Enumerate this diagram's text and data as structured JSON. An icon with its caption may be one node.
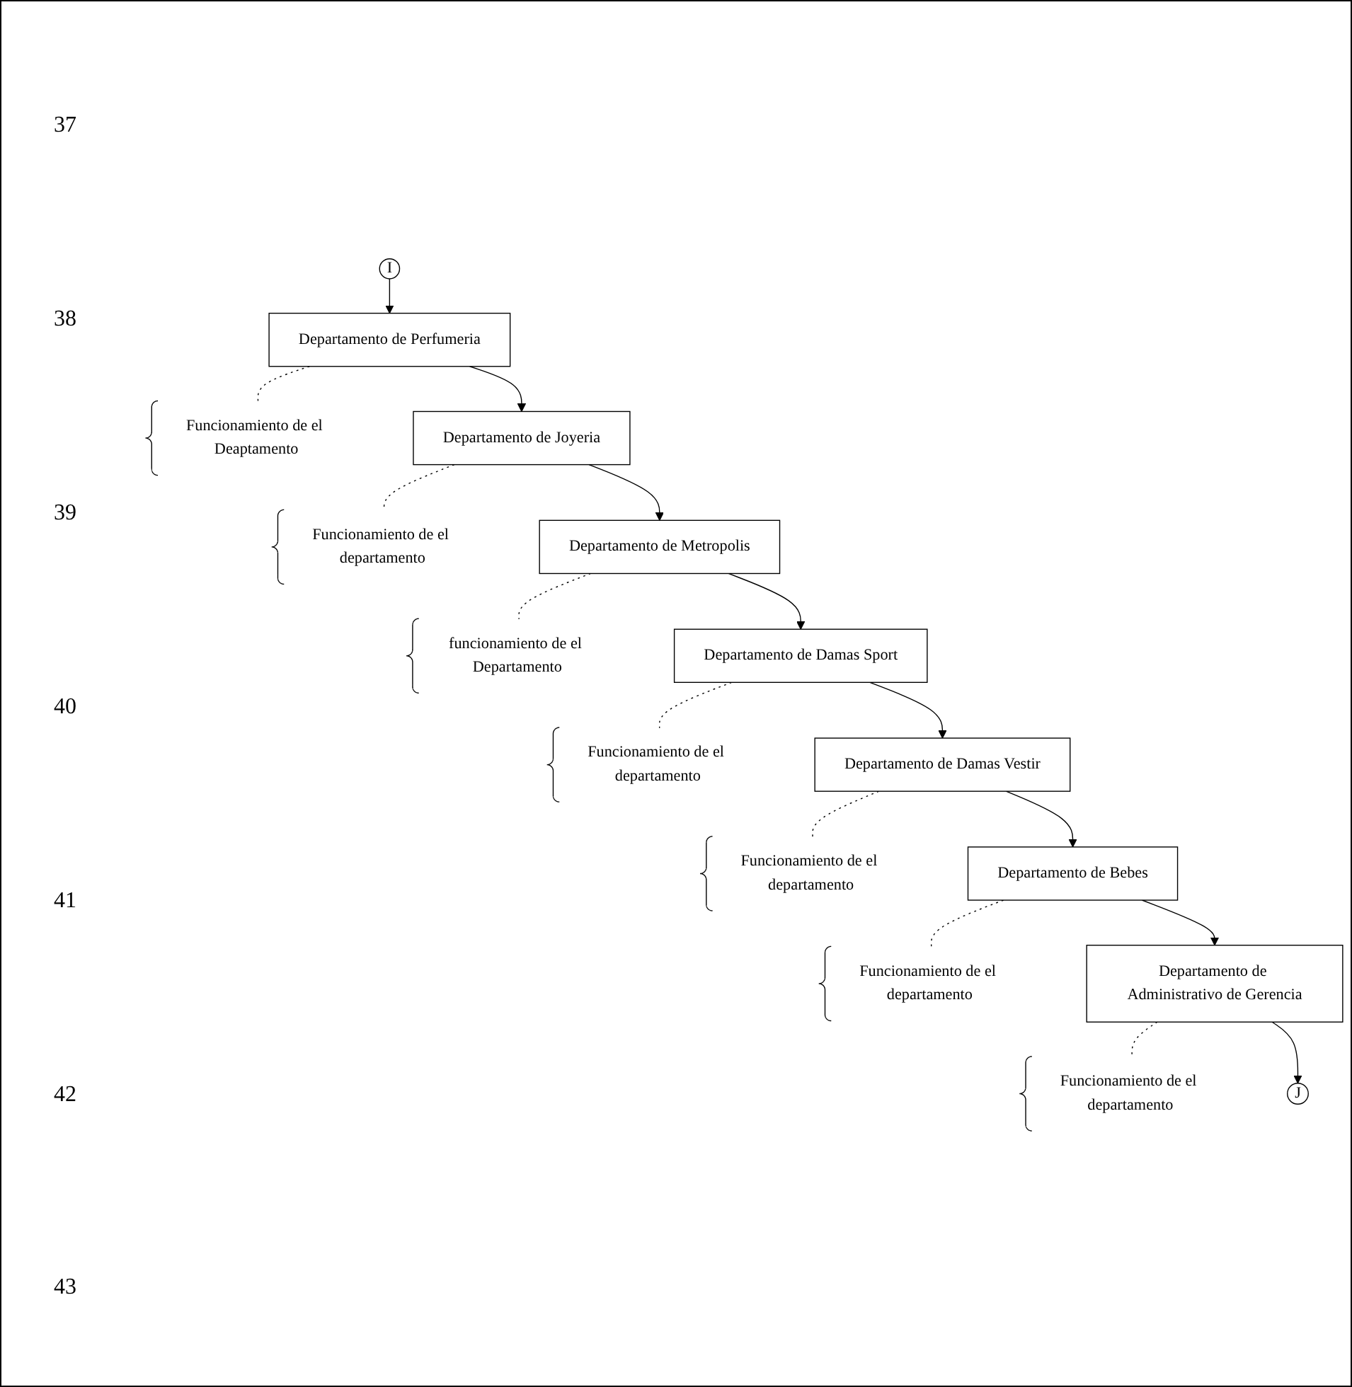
{
  "diagram": {
    "nodes": [
      {
        "text": [
          "I"
        ]
      },
      {
        "text": [
          "Departamento de Perfumeria"
        ]
      },
      {
        "text": [
          "Funcionamiento de el Deaptamento"
        ]
      },
      {
        "text": [
          "Departamento de Joyeria"
        ]
      },
      {
        "text": [
          "Funcionamiento de el departamento"
        ]
      },
      {
        "text": [
          "Departamento de Metropolis"
        ]
      },
      {
        "text": [
          "funcionamiento de el Departamento"
        ]
      },
      {
        "text": [
          "Departamento de Damas Sport"
        ]
      },
      {
        "text": [
          "Funcionamiento de el departamento"
        ]
      },
      {
        "text": [
          "Departamento de Damas Vestir"
        ]
      },
      {
        "text": [
          "Funcionamiento de el departamento"
        ]
      },
      {
        "text": [
          "Departamento de Bebes"
        ]
      },
      {
        "text": [
          "Funcionamiento de el departamento"
        ]
      },
      {
        "text": [
          "Departamento de Administrativo de Gerencia"
        ]
      },
      {
        "text": [
          "Funcionamiento de el departamento"
        ]
      },
      {
        "text": [
          "J"
        ]
      }
    ],
    "edges": [
      {
        "from": 0,
        "to": 1,
        "arrow": "to"
      },
      {
        "from": 1,
        "to": 2,
        "arrow": "none",
        "style": "dashed"
      },
      {
        "from": 1,
        "to": 3,
        "arrow": "to"
      },
      {
        "from": 3,
        "to": 4,
        "arrow": "none",
        "style": "dashed"
      },
      {
        "from": 3,
        "to": 5,
        "arrow": "to"
      },
      {
        "from": 5,
        "to": 6,
        "arrow": "none",
        "style": "dashed"
      },
      {
        "from": 5,
        "to": 7,
        "arrow": "to"
      },
      {
        "from": 7,
        "to": 8,
        "arrow": "none",
        "style": "dashed"
      },
      {
        "from": 7,
        "to": 9,
        "arrow": "to"
      },
      {
        "from": 9,
        "to": 10,
        "arrow": "none",
        "style": "dashed"
      },
      {
        "from": 9,
        "to": 11,
        "arrow": "to"
      },
      {
        "from": 11,
        "to": 12,
        "arrow": "none",
        "style": "dashed"
      },
      {
        "from": 11,
        "to": 13,
        "arrow": "to"
      },
      {
        "from": 13,
        "to": 14,
        "arrow": "none",
        "style": "dashed"
      },
      {
        "from": 13,
        "to": 15,
        "arrow": "to"
      }
    ],
    "labels": [
      "37",
      "38",
      "39",
      "40",
      "41",
      "42",
      "43"
    ]
  }
}
